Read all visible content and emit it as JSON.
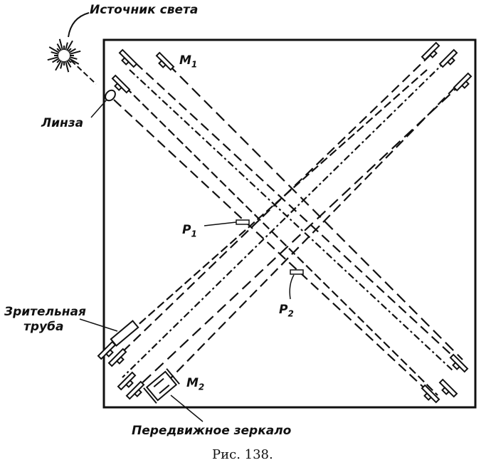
{
  "labels": {
    "light_source": "Источник света",
    "lens": "Линза",
    "telescope_line1": "Зрительная",
    "telescope_line2": "труба",
    "movable_mirror": "Передвижное зеркало",
    "m1": "M",
    "m1_sub": "1",
    "m2": "M",
    "m2_sub": "2",
    "p1": "P",
    "p1_sub": "1",
    "p2": "P",
    "p2_sub": "2"
  },
  "caption": "Рис. 138."
}
